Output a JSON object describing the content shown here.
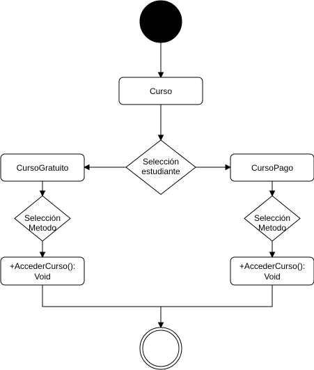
{
  "diagram": {
    "nodes": {
      "course": {
        "label": "Curso"
      },
      "student_choice": {
        "lines": [
          "Selección",
          "estudiante"
        ]
      },
      "free_course": {
        "label": "CursoGratuito"
      },
      "paid_course": {
        "label": "CursoPago"
      },
      "method_choice_left": {
        "lines": [
          "Selección",
          "Metodo"
        ]
      },
      "method_choice_right": {
        "lines": [
          "Selección",
          "Metodo"
        ]
      },
      "access_left": {
        "lines": [
          "+AccederCurso():",
          "Void"
        ]
      },
      "access_right": {
        "lines": [
          "+AccederCurso():",
          "Void"
        ]
      }
    }
  },
  "colors": {
    "stroke": "#000000",
    "fill": "#ffffff",
    "initial_fill": "#000000"
  }
}
